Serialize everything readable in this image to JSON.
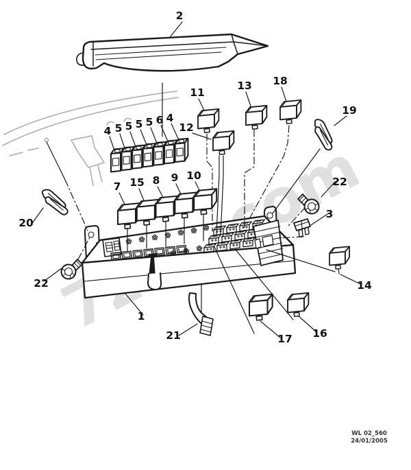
{
  "diagram": {
    "watermark": "7zap.com",
    "footer": {
      "code": "WL 02_560",
      "date": "24/01/2005"
    }
  },
  "callouts": [
    {
      "part": "cover",
      "label": "2"
    },
    {
      "part": "relay-11",
      "label": "11"
    },
    {
      "part": "relay-13",
      "label": "13"
    },
    {
      "part": "relay-18",
      "label": "18"
    },
    {
      "part": "clip-19",
      "label": "19"
    },
    {
      "part": "fuse-4a",
      "label": "4"
    },
    {
      "part": "fuse-5a",
      "label": "5"
    },
    {
      "part": "fuse-5b",
      "label": "5"
    },
    {
      "part": "fuse-5c",
      "label": "5"
    },
    {
      "part": "fuse-5d",
      "label": "5"
    },
    {
      "part": "fuse-6",
      "label": "6"
    },
    {
      "part": "fuse-4b",
      "label": "4"
    },
    {
      "part": "relay-12",
      "label": "12"
    },
    {
      "part": "relay-7",
      "label": "7"
    },
    {
      "part": "relay-15",
      "label": "15"
    },
    {
      "part": "relay-8",
      "label": "8"
    },
    {
      "part": "relay-9",
      "label": "9"
    },
    {
      "part": "relay-10",
      "label": "10"
    },
    {
      "part": "clip-20",
      "label": "20"
    },
    {
      "part": "screw-22-left",
      "label": "22"
    },
    {
      "part": "screw-22-right",
      "label": "22"
    },
    {
      "part": "blade-fuse-3",
      "label": "3"
    },
    {
      "part": "relay-14",
      "label": "14"
    },
    {
      "part": "fusebox-1",
      "label": "1"
    },
    {
      "part": "tube-21",
      "label": "21"
    },
    {
      "part": "relay-17",
      "label": "17"
    },
    {
      "part": "relay-16",
      "label": "16"
    }
  ]
}
